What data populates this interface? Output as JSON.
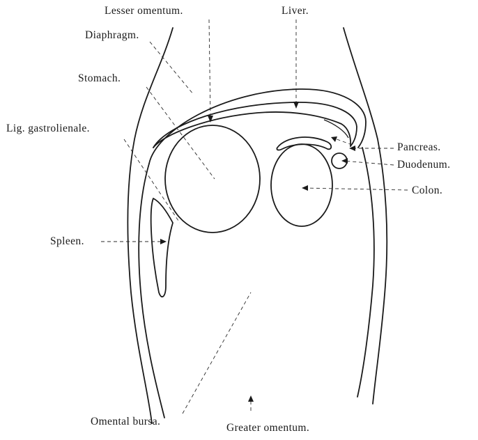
{
  "labels": {
    "lesser_omentum": "Lesser omentum.",
    "liver": "Liver.",
    "diaphragm": "Diaphragm.",
    "stomach": "Stomach.",
    "lig_gastrolienale": "Lig. gastrolienale.",
    "pancreas": "Pancreas.",
    "duodenum": "Duodenum.",
    "colon": "Colon.",
    "spleen": "Spleen.",
    "omental_bursa": "Omental bursa.",
    "greater_omentum": "Greater omentum."
  }
}
